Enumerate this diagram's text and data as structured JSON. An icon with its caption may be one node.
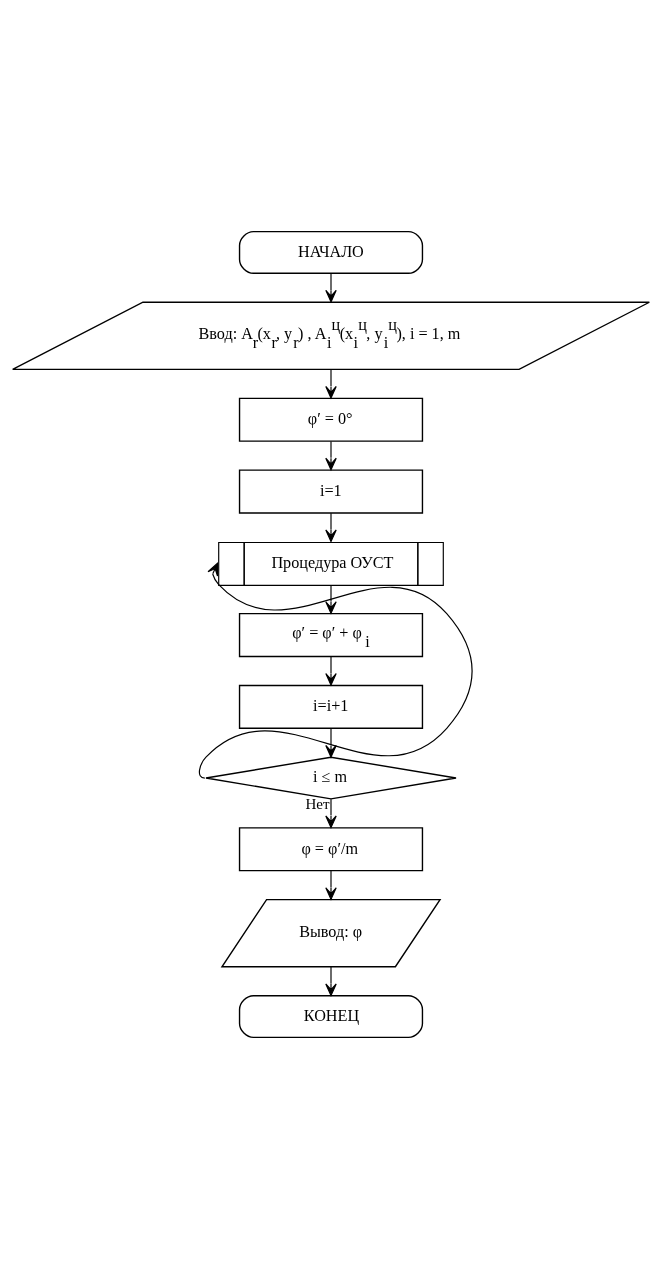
{
  "diagram": {
    "nodes": [
      {
        "text": [
          "НАЧАЛО"
        ]
      },
      {
        "text": [
          "Ввод: A$_{r}$(x$_{r}$, y$_{r}$) , A$_{i}$$^{ц}$(x$_{i}$$^{ц}$, y$_{i}$$^{ц}$), i = 1, m"
        ]
      },
      {
        "text": [
          "φ′ = 0°"
        ]
      },
      {
        "text": [
          "i=1"
        ]
      },
      {
        "text": [
          "Процедура ОУСТ"
        ]
      },
      {
        "text": [
          "φ′ = φ′ + φ$_{i}$"
        ]
      },
      {
        "text": [
          "i=i+1"
        ]
      },
      {
        "text": [
          "i ≤ m"
        ]
      },
      {
        "text": [
          "φ = φ′/m"
        ]
      },
      {
        "text": [
          "Вывод: φ"
        ]
      },
      {
        "text": [
          "КОНЕЦ"
        ]
      }
    ],
    "edges": [
      {
        "from": 0,
        "to": 1,
        "arrow": "to"
      },
      {
        "from": 1,
        "to": 2,
        "arrow": "to"
      },
      {
        "from": 2,
        "to": 3,
        "arrow": "to"
      },
      {
        "from": 3,
        "to": 4,
        "arrow": "to"
      },
      {
        "from": 4,
        "to": 5,
        "arrow": "to"
      },
      {
        "from": 5,
        "to": 6,
        "arrow": "to"
      },
      {
        "from": 6,
        "to": 7,
        "arrow": "to"
      },
      {
        "from": 7,
        "to": 4,
        "arrow": "to"
      },
      {
        "from": 7,
        "to": 8,
        "arrow": "to",
        "label": "Нет"
      },
      {
        "from": 8,
        "to": 9,
        "arrow": "to"
      },
      {
        "from": 9,
        "to": 10,
        "arrow": "to"
      }
    ]
  }
}
